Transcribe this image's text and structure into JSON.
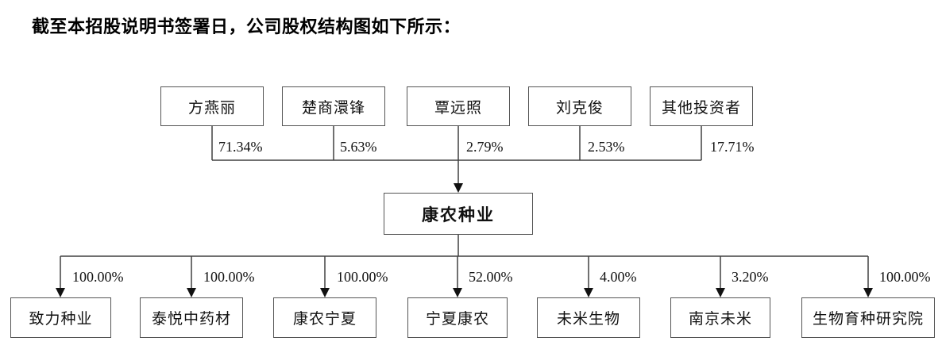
{
  "heading": "截至本招股说明书签署日，公司股权结构图如下所示：",
  "diagram": {
    "company": {
      "name": "康农种业"
    },
    "shareholders": [
      {
        "name": "方燕丽",
        "pct": "71.34%"
      },
      {
        "name": "楚商澴锋",
        "pct": "5.63%"
      },
      {
        "name": "覃远照",
        "pct": "2.79%"
      },
      {
        "name": "刘克俊",
        "pct": "2.53%"
      },
      {
        "name": "其他投资者",
        "pct": "17.71%"
      }
    ],
    "subsidiaries": [
      {
        "name": "致力种业",
        "pct": "100.00%"
      },
      {
        "name": "泰悦中药材",
        "pct": "100.00%"
      },
      {
        "name": "康农宁夏",
        "pct": "100.00%"
      },
      {
        "name": "宁夏康农",
        "pct": "52.00%"
      },
      {
        "name": "未米生物",
        "pct": "4.00%"
      },
      {
        "name": "南京未米",
        "pct": "3.20%"
      },
      {
        "name": "生物育种研究院",
        "pct": "100.00%"
      }
    ],
    "colors": {
      "line": "#404040",
      "box_border": "#555555",
      "text": "#111111",
      "background": "#ffffff"
    }
  }
}
